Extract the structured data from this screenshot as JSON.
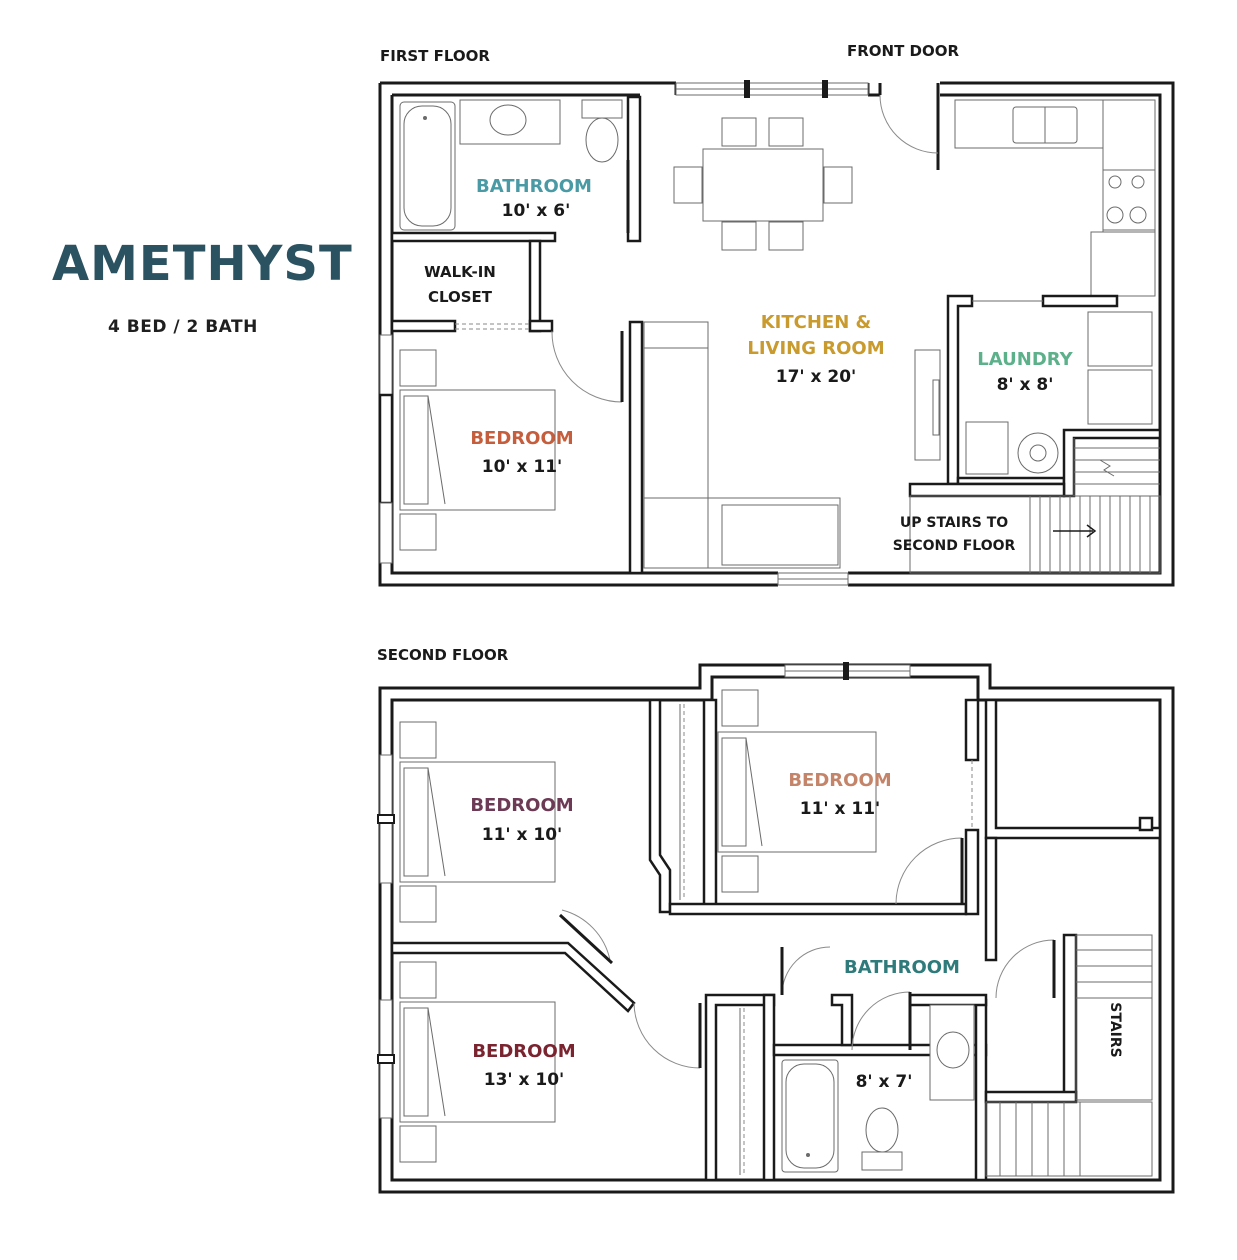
{
  "title": "AMETHYST",
  "subtitle": "4 BED / 2 BATH",
  "colors": {
    "title": "#2b5261",
    "wall": "#1a1a1a",
    "fixture": "#6b6b6b",
    "bathroom_1": "#4a9aa6",
    "kitchen": "#c99a2e",
    "laundry": "#5cb08a",
    "bedroom_1": "#c45e3c",
    "bedroom_2a": "#6d3a55",
    "bedroom_2b": "#c4846a",
    "bedroom_2c": "#7a2430",
    "bathroom_2": "#2f7a7a"
  },
  "first_floor": {
    "heading": "FIRST FLOOR",
    "front_door": "FRONT DOOR",
    "bathroom": {
      "name": "BATHROOM",
      "size": "10' x 6'"
    },
    "closet": {
      "line1": "WALK-IN",
      "line2": "CLOSET"
    },
    "kitchen": {
      "line1": "KITCHEN &",
      "line2": "LIVING ROOM",
      "size": "17' x 20'"
    },
    "laundry": {
      "name": "LAUNDRY",
      "size": "8' x 8'"
    },
    "bedroom": {
      "name": "BEDROOM",
      "size": "10' x 11'"
    },
    "stairs_note": {
      "line1": "UP STAIRS TO",
      "line2": "SECOND FLOOR"
    }
  },
  "second_floor": {
    "heading": "SECOND FLOOR",
    "bedroom_a": {
      "name": "BEDROOM",
      "size": "11' x 10'"
    },
    "bedroom_b": {
      "name": "BEDROOM",
      "size": "11' x 11'"
    },
    "bedroom_c": {
      "name": "BEDROOM",
      "size": "13' x 10'"
    },
    "bathroom": {
      "name": "BATHROOM",
      "size": "8' x 7'"
    },
    "stairs": "STAIRS"
  }
}
